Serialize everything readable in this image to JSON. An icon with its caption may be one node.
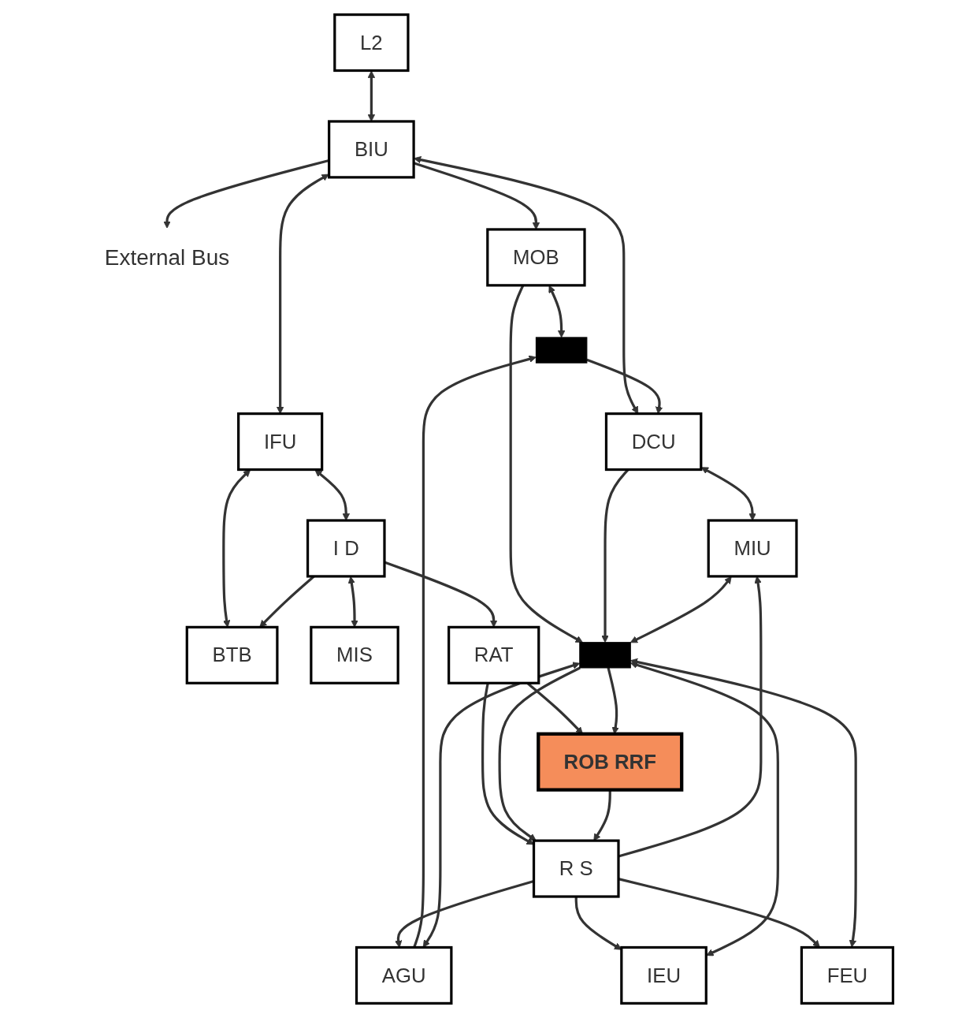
{
  "diagram": {
    "nodes": [
      {
        "text": [
          "External Bus"
        ]
      },
      {
        "text": [
          "L2"
        ]
      },
      {
        "text": [
          "BIU"
        ]
      },
      {
        "text": [
          "MOB"
        ]
      },
      {
        "text": [
          "DCU"
        ]
      },
      {
        "text": [
          "MIU"
        ]
      },
      {
        "text": [
          "IFU"
        ]
      },
      {
        "text": [
          "AGU"
        ]
      },
      {
        "text": [
          "R S"
        ]
      },
      {
        "text": [
          "BTB"
        ]
      },
      {
        "text": [
          "IEU"
        ]
      },
      {
        "text": [
          "I D"
        ]
      },
      {
        "text": [
          "MIS"
        ]
      },
      {
        "text": [
          "FEU"
        ]
      },
      {
        "text": [
          "ROB RRF"
        ]
      },
      {
        "text": [
          "RAT"
        ]
      },
      {
        "text": [],
        "shape": "bar"
      },
      {
        "text": [],
        "shape": "bar"
      }
    ],
    "edges": [
      {
        "from": 2,
        "to": 0,
        "arrow": "to"
      },
      {
        "from": 1,
        "to": 2,
        "arrow": "both"
      },
      {
        "from": 2,
        "to": 3,
        "arrow": "to"
      },
      {
        "from": 2,
        "to": 4,
        "arrow": "both"
      },
      {
        "from": 2,
        "to": 6,
        "arrow": "both"
      },
      {
        "from": 4,
        "to": 5,
        "arrow": "both"
      },
      {
        "from": 6,
        "to": 11,
        "arrow": "both"
      },
      {
        "from": 6,
        "to": 9,
        "arrow": "both"
      },
      {
        "from": 11,
        "to": 9,
        "arrow": "to"
      },
      {
        "from": 11,
        "to": 12,
        "arrow": "both"
      },
      {
        "from": 11,
        "to": 15,
        "arrow": "to"
      },
      {
        "from": 15,
        "to": 14,
        "arrow": "to"
      },
      {
        "from": 15,
        "to": 8,
        "arrow": "to"
      },
      {
        "from": 8,
        "to": 5,
        "arrow": "to"
      },
      {
        "from": 8,
        "to": 7,
        "arrow": "to"
      },
      {
        "from": 8,
        "to": 10,
        "arrow": "to"
      },
      {
        "from": 8,
        "to": 13,
        "arrow": "to"
      },
      {
        "from": 17,
        "to": 8,
        "arrow": "to"
      },
      {
        "from": 14,
        "to": 8,
        "arrow": "to"
      },
      {
        "from": 17,
        "to": 14,
        "arrow": "to"
      },
      {
        "from": 3,
        "to": 16,
        "arrow": "both"
      },
      {
        "from": 3,
        "to": 17,
        "arrow": "to"
      },
      {
        "from": 16,
        "to": 4,
        "arrow": "to"
      },
      {
        "from": 4,
        "to": 17,
        "arrow": "to"
      },
      {
        "from": 5,
        "to": 17,
        "arrow": "both"
      },
      {
        "from": 7,
        "to": 16,
        "arrow": "to"
      },
      {
        "from": 7,
        "to": 17,
        "arrow": "both"
      },
      {
        "from": 10,
        "to": 17,
        "arrow": "both"
      },
      {
        "from": 13,
        "to": 17,
        "arrow": "both"
      }
    ]
  }
}
